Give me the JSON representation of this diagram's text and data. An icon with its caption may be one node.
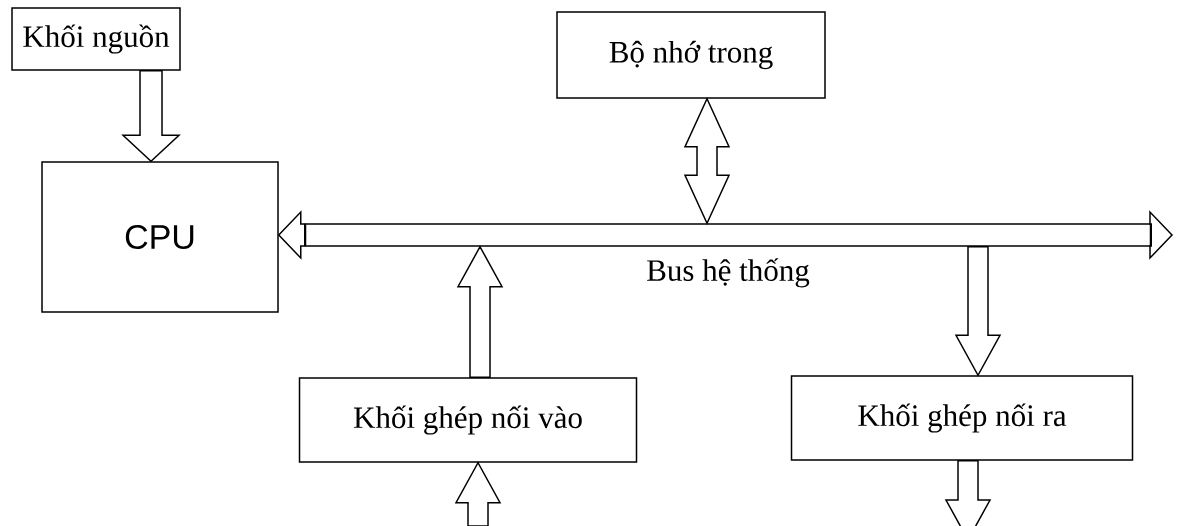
{
  "diagram": {
    "nodes": [
      {
        "text": [
          "Khối nguồn"
        ]
      },
      {
        "text": [
          "Bộ nhớ trong"
        ]
      },
      {
        "text": [
          "CPU"
        ]
      },
      {
        "text": [
          "Bus hệ thống"
        ]
      },
      {
        "text": [
          "Khối ghép nối vào"
        ]
      },
      {
        "text": [
          "Khối ghép nối ra"
        ]
      }
    ],
    "edges": [
      {
        "from": 0,
        "to": 2,
        "arrow": "to"
      },
      {
        "from": 1,
        "to": 3,
        "arrow": "both"
      },
      {
        "from": 3,
        "to": 2,
        "arrow": "to"
      },
      {
        "from": 3,
        "to": null,
        "arrow": "to"
      },
      {
        "from": 4,
        "to": 3,
        "arrow": "to"
      },
      {
        "from": 3,
        "to": 5,
        "arrow": "to"
      },
      {
        "from": null,
        "to": 4,
        "arrow": "to"
      },
      {
        "from": 5,
        "to": null,
        "arrow": "to"
      }
    ]
  }
}
